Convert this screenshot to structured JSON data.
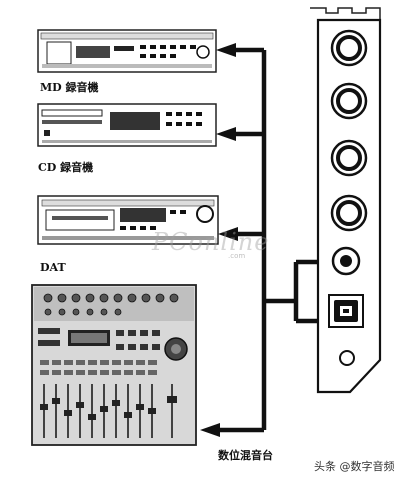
{
  "devices": [
    {
      "id": "md",
      "label": "MD 録音機"
    },
    {
      "id": "cd",
      "label": "CD 録音機"
    },
    {
      "id": "dat",
      "label": "DAT"
    },
    {
      "id": "mixer",
      "label": "数位混音台"
    }
  ],
  "watermark": {
    "site": "PConline",
    "site_sub": ".com"
  },
  "footer": {
    "text": "头条 @数字音频"
  }
}
